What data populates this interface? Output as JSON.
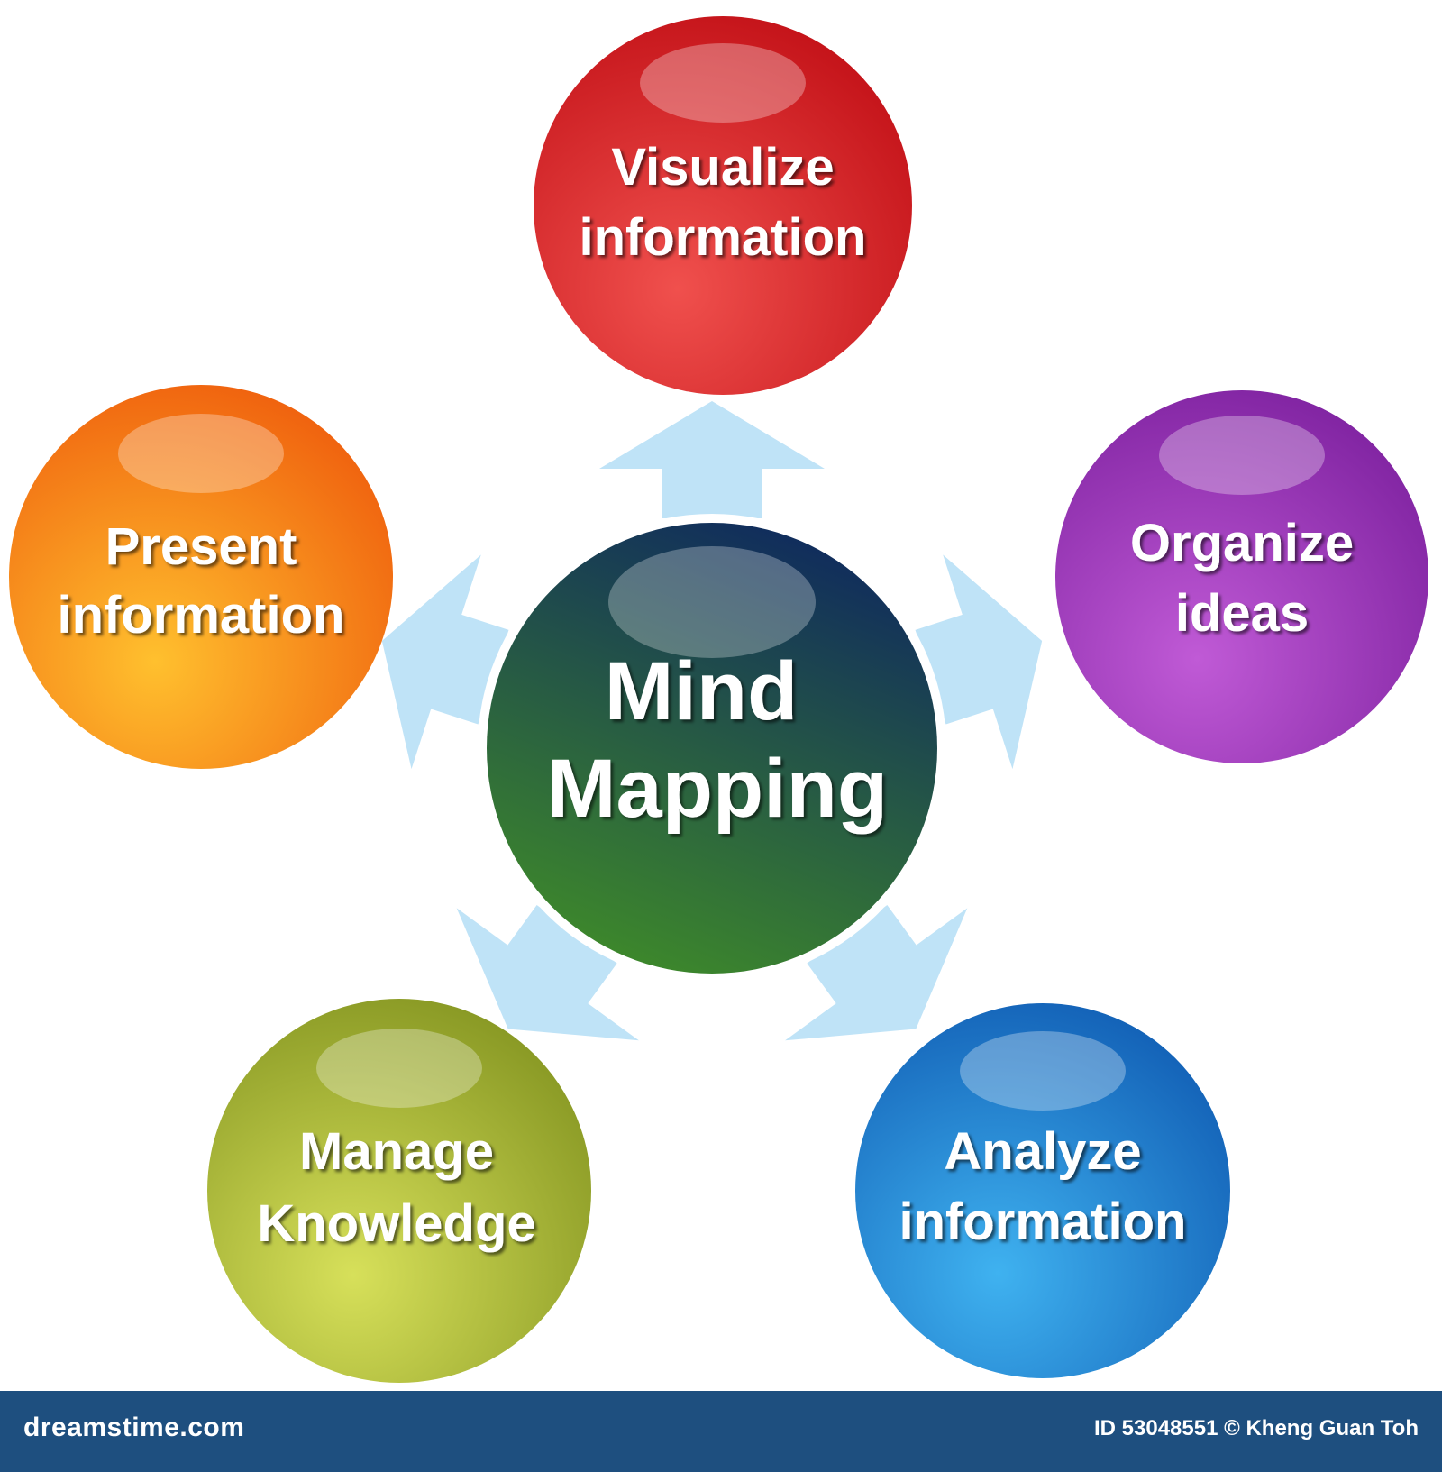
{
  "center": {
    "line1": "Mind",
    "line2": "Mapping",
    "color_top": "#0f2a5e",
    "color_bottom": "#3e8a2a"
  },
  "nodes": [
    {
      "id": "visualize",
      "line1": "Visualize",
      "line2": "information",
      "color_light": "#f0504d",
      "color_dark": "#c5141a"
    },
    {
      "id": "organize",
      "line1": "Organize",
      "line2": "ideas",
      "color_light": "#c05ad6",
      "color_dark": "#8225a3"
    },
    {
      "id": "analyze",
      "line1": "Analyze",
      "line2": "information",
      "color_light": "#3fb2f0",
      "color_dark": "#1463b8"
    },
    {
      "id": "manage",
      "line1": "Manage",
      "line2": "Knowledge",
      "color_light": "#d7e05a",
      "color_dark": "#8a9a25"
    },
    {
      "id": "present",
      "line1": "Present",
      "line2": "information",
      "color_light": "#ffc02e",
      "color_dark": "#f0630f"
    }
  ],
  "arrow_color": "#bfe3f7",
  "footer": {
    "brand": "dreamstime.com",
    "credit": "ID 53048551 © Kheng Guan Toh"
  }
}
